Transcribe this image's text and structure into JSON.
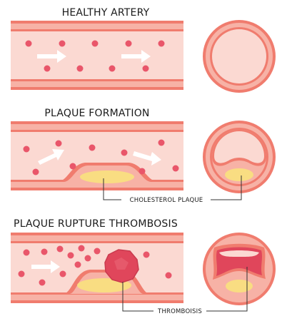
{
  "panels": {
    "healthy": {
      "title": "HEALTHY ARTERY"
    },
    "plaque": {
      "title": "PLAQUE FORMATION",
      "label": "CHOLESTEROL PLAQUE"
    },
    "rupture": {
      "title": "PLAQUE RUPTURE THROMBOSIS",
      "label": "THROMBOISIS"
    }
  },
  "colors": {
    "vessel_wall": "#f07c6e",
    "vessel_inner": "#fbd9d2",
    "blood_cell": "#e9566a",
    "flow_arrow": "#ffffff",
    "plaque": "#f9dd82",
    "clot": "#e0465b",
    "callout_line": "#333333"
  }
}
